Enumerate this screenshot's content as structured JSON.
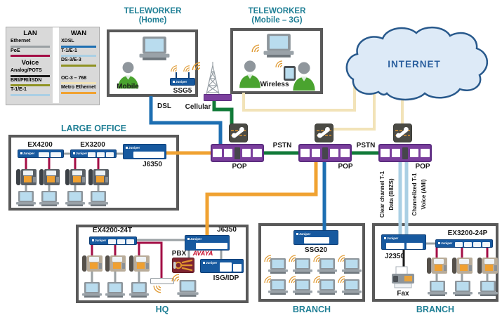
{
  "brand": "Juniper",
  "colors": {
    "ethernet": "#9aa0a3",
    "poe": "#a30d45",
    "analog_pots": "#1a1a1a",
    "bri_pri_isdn": "#8f9222",
    "t1_e1": "#aacfe4",
    "xdsl": "#1e6fb2",
    "ds3_e3": "#8f9222",
    "oc3_768": "#f2e3b8",
    "metro_ethernet": "#f0a231",
    "pstn_green": "#117a38",
    "heading_teal": "#1f7f95",
    "internet_blue": "#2a5f9e",
    "juniper_blue": "#17599f",
    "pop_purple": "#7b3f9d",
    "avaya_red": "#c8102e"
  },
  "legend": {
    "lan_title": "LAN",
    "wan_title": "WAN",
    "voice_title": "Voice",
    "lan_items": [
      {
        "label": "Ethernet",
        "color": "#9aa0a3"
      },
      {
        "label": "PoE",
        "color": "#a30d45"
      }
    ],
    "voice_items": [
      {
        "label": "Analog/POTS",
        "color": "#1a1a1a"
      },
      {
        "label": "BRI/PRI/ISDN",
        "color": "#8f9222"
      },
      {
        "label": "T-1/E-1",
        "color": "#aacfe4"
      }
    ],
    "wan_items": [
      {
        "label": "XDSL",
        "color": "#1e6fb2"
      },
      {
        "label": "T-1/E-1",
        "color": "#aacfe4"
      },
      {
        "label": "DS-3/E-3",
        "color": "#8f9222"
      },
      {
        "label": "OC-3 – 768",
        "color": "#f2e3b8"
      },
      {
        "label": "Metro Ethernet",
        "color": "#f0a231"
      }
    ]
  },
  "teleworker_home": {
    "title_line1": "TELEWORKER",
    "title_line2": "(Home)",
    "user_label": "Mobile",
    "device_label": "SSG5"
  },
  "teleworker_mobile": {
    "title_line1": "TELEWORKER",
    "title_line2": "(Mobile – 3G)",
    "user_label": "Wireless"
  },
  "large_office": {
    "title": "LARGE OFFICE",
    "switch1": "EX4200",
    "switch2": "EX3200",
    "router": "J6350"
  },
  "hq": {
    "title": "HQ",
    "switch": "EX4200-24T",
    "router": "J6350",
    "pbx_label": "PBX",
    "pbx_brand": "AVAYA",
    "security": "ISG/IDP"
  },
  "branch_mid": {
    "title": "BRANCH",
    "gateway": "SSG20"
  },
  "branch_right": {
    "title": "BRANCH",
    "router": "J2350",
    "switch": "EX3200-24P",
    "fax_label": "Fax"
  },
  "internet_label": "INTERNET",
  "pop_labels": [
    "POP",
    "POP",
    "POP"
  ],
  "pstn_labels": [
    "PSTN",
    "PSTN"
  ],
  "link_labels": {
    "dsl": "DSL",
    "cellular": "Cellular",
    "t1_data_line1": "Clear channel T-1",
    "t1_data_line2": "Data (B8ZS)",
    "t1_voice_line1": "Channelized T-1",
    "t1_voice_line2": "Voice (AMI)"
  }
}
